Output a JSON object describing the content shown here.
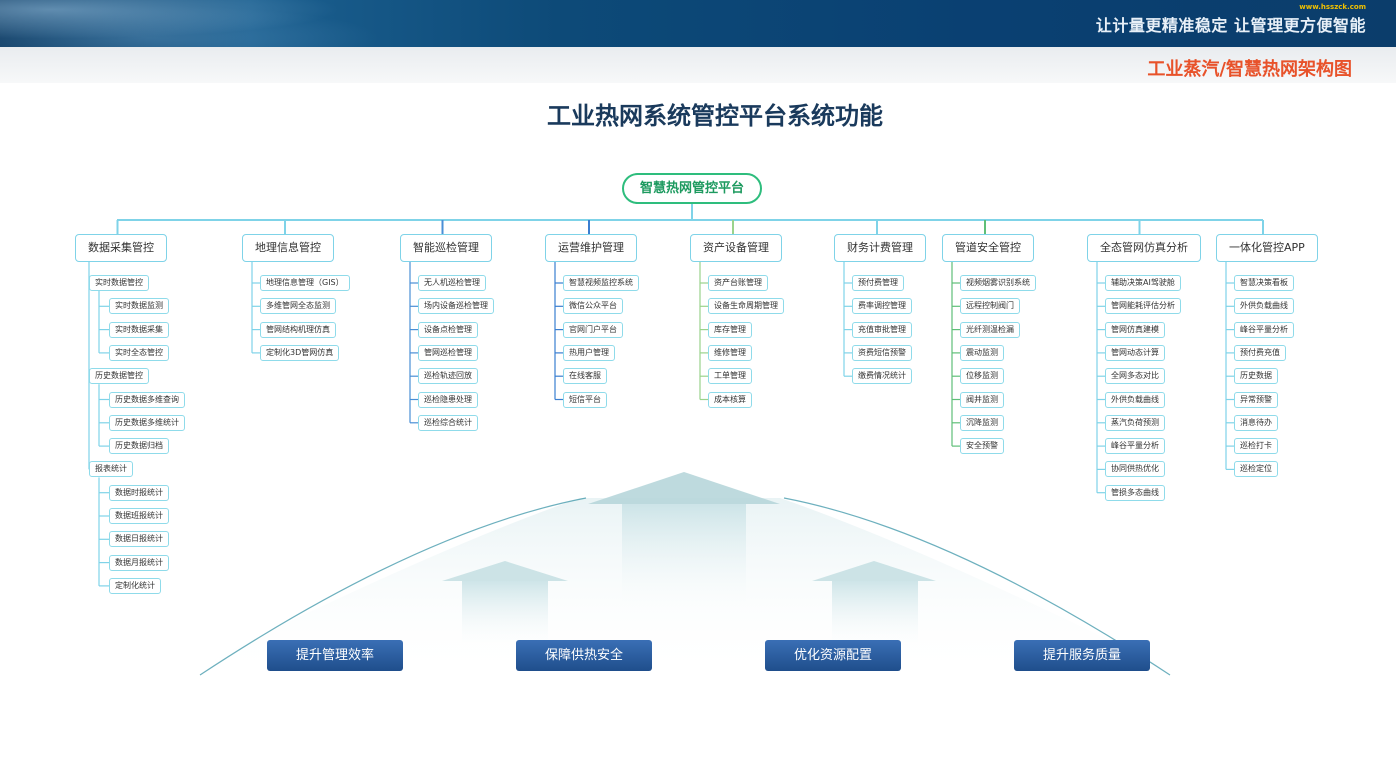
{
  "header": {
    "site": "www.hsszck.com",
    "slogan": "让计量更精准稳定   让管理更方便智能",
    "subtitle": "工业蒸汽/智慧热网架构图"
  },
  "title": "工业热网系统管控平台系统功能",
  "root": "智慧热网管控平台",
  "colors": {
    "accent_green": "#2ebd7d",
    "accent_blue": "#1f4e8c",
    "subtitle_orange": "#e8522a",
    "line_cyan": "#7fd3e8"
  },
  "modules": [
    {
      "name": "数据采集管控",
      "items": [
        {
          "label": "实时数据管控",
          "children": [
            "实时数据监测",
            "实时数据采集",
            "实时全态管控"
          ]
        },
        {
          "label": "历史数据管控",
          "children": [
            "历史数据多维查询",
            "历史数据多维统计",
            "历史数据归档"
          ]
        },
        {
          "label": "报表统计",
          "children": [
            "数据时报统计",
            "数据班报统计",
            "数据日报统计",
            "数据月报统计",
            "定制化统计"
          ]
        }
      ]
    },
    {
      "name": "地理信息管控",
      "items": [
        "地理信息管理（GIS）",
        "多维管网全态监测",
        "管网结构机理仿真",
        "定制化3D管网仿真"
      ]
    },
    {
      "name": "智能巡检管理",
      "items": [
        "无人机巡检管理",
        "场内设备巡检管理",
        "设备点检管理",
        "管网巡检管理",
        "巡检轨迹回放",
        "巡检隐患处理",
        "巡检综合统计"
      ]
    },
    {
      "name": "运营维护管理",
      "items": [
        "智慧视频监控系统",
        "微信公众平台",
        "官网门户平台",
        "热用户管理",
        "在线客服",
        "短信平台"
      ]
    },
    {
      "name": "资产设备管理",
      "items": [
        "资产台账管理",
        "设备生命周期管理",
        "库存管理",
        "维修管理",
        "工单管理",
        "成本核算"
      ]
    },
    {
      "name": "财务计费管理",
      "items": [
        "预付费管理",
        "费率调控管理",
        "充值审批管理",
        "资费短信预警",
        "缴费情况统计"
      ]
    },
    {
      "name": "管道安全管控",
      "items": [
        "视频烟雾识别系统",
        "远程控制阀门",
        "光纤测温检漏",
        "震动监测",
        "位移监测",
        "阀井监测",
        "沉降监测",
        "安全预警"
      ]
    },
    {
      "name": "全态管网仿真分析",
      "items": [
        "辅助决策AI驾驶舱",
        "管网能耗评估分析",
        "管网仿真建模",
        "管网动态计算",
        "全网多态对比",
        "外供负载曲线",
        "蒸汽负荷预测",
        "峰谷平量分析",
        "协同供热优化",
        "管损多态曲线"
      ]
    },
    {
      "name": "一体化管控APP",
      "items": [
        "智慧决策看板",
        "外供负载曲线",
        "峰谷平量分析",
        "预付费充值",
        "历史数据",
        "异常预警",
        "消息待办",
        "巡检打卡",
        "巡检定位"
      ]
    }
  ],
  "benefits": [
    "提升管理效率",
    "保障供热安全",
    "优化资源配置",
    "提升服务质量"
  ]
}
